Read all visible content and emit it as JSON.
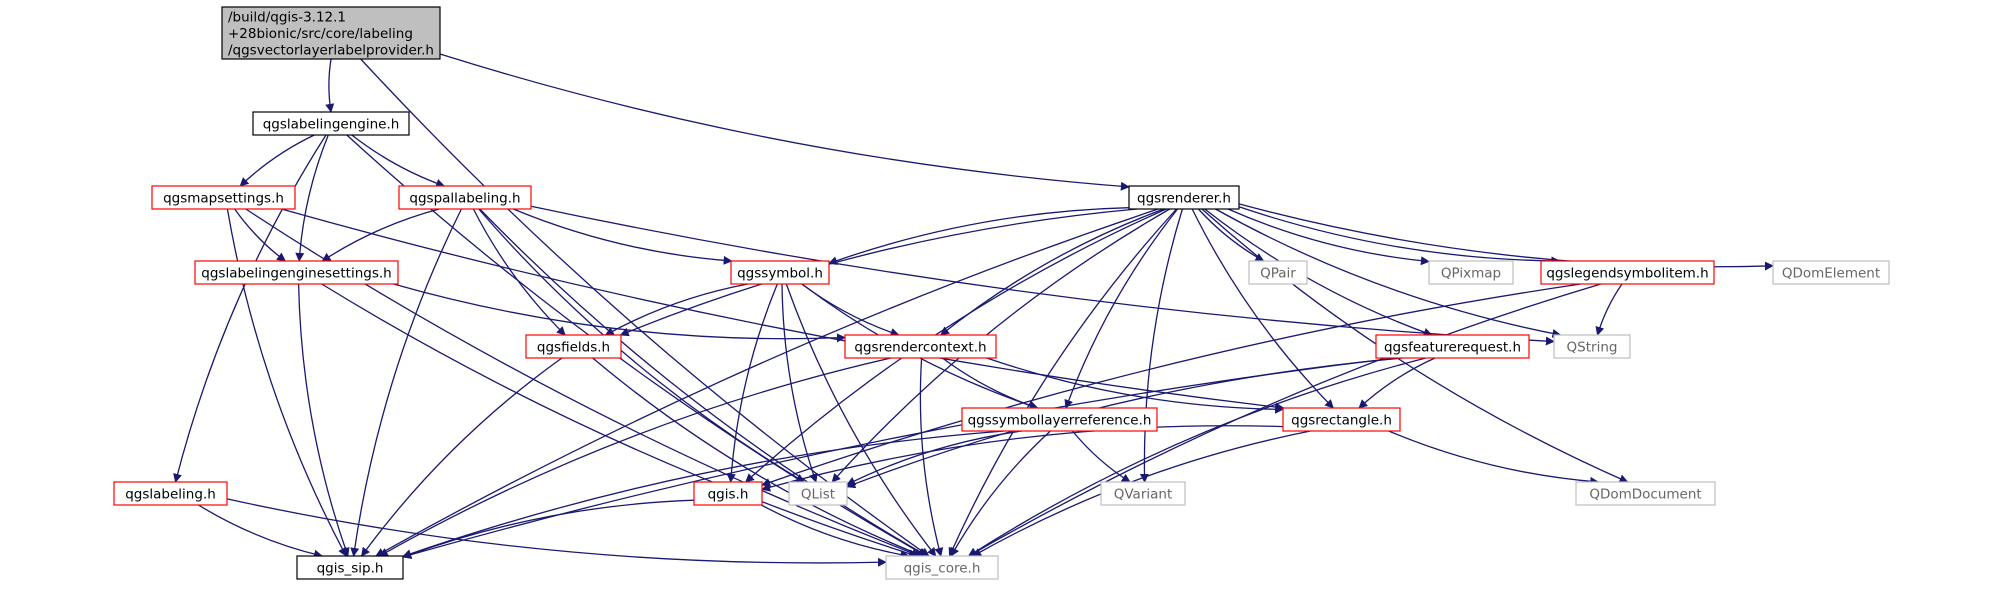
{
  "colors": {
    "edge": "#191970",
    "root_fill": "#bfbfbf",
    "plain_border": "#000000",
    "incomplete_border": "#ff0000",
    "external_border": "#bfbfbf"
  },
  "nodes": {
    "root": {
      "lines": [
        "/build/qgis-3.12.1",
        "+28bionic/src/core/labeling",
        "/qgsvectorlayerlabelprovider.h"
      ],
      "kind": "root"
    },
    "labelingengine": {
      "lines": [
        "qgslabelingengine.h"
      ],
      "kind": "plain"
    },
    "renderer": {
      "lines": [
        "qgsrenderer.h"
      ],
      "kind": "plain"
    },
    "mapsettings": {
      "lines": [
        "qgsmapsettings.h"
      ],
      "kind": "incomplete"
    },
    "pallabeling": {
      "lines": [
        "qgspallabeling.h"
      ],
      "kind": "incomplete"
    },
    "labelingenginesettings": {
      "lines": [
        "qgslabelingenginesettings.h"
      ],
      "kind": "incomplete"
    },
    "symbol": {
      "lines": [
        "qgssymbol.h"
      ],
      "kind": "incomplete"
    },
    "qpair": {
      "lines": [
        "QPair"
      ],
      "kind": "external"
    },
    "qpixmap": {
      "lines": [
        "QPixmap"
      ],
      "kind": "external"
    },
    "legendsymbolitem": {
      "lines": [
        "qgslegendsymbolitem.h"
      ],
      "kind": "incomplete"
    },
    "qdomelement": {
      "lines": [
        "QDomElement"
      ],
      "kind": "external"
    },
    "fields": {
      "lines": [
        "qgsfields.h"
      ],
      "kind": "incomplete"
    },
    "rendercontext": {
      "lines": [
        "qgsrendercontext.h"
      ],
      "kind": "incomplete"
    },
    "featurerequest": {
      "lines": [
        "qgsfeaturerequest.h"
      ],
      "kind": "incomplete"
    },
    "qstring": {
      "lines": [
        "QString"
      ],
      "kind": "external"
    },
    "symbollayerreference": {
      "lines": [
        "qgssymbollayerreference.h"
      ],
      "kind": "incomplete"
    },
    "rectangle": {
      "lines": [
        "qgsrectangle.h"
      ],
      "kind": "incomplete"
    },
    "labeling": {
      "lines": [
        "qgslabeling.h"
      ],
      "kind": "incomplete"
    },
    "qgis": {
      "lines": [
        "qgis.h"
      ],
      "kind": "incomplete"
    },
    "qlist": {
      "lines": [
        "QList"
      ],
      "kind": "external"
    },
    "qvariant": {
      "lines": [
        "QVariant"
      ],
      "kind": "external"
    },
    "qdomdocument": {
      "lines": [
        "QDomDocument"
      ],
      "kind": "external"
    },
    "qgis_sip": {
      "lines": [
        "qgis_sip.h"
      ],
      "kind": "plain"
    },
    "qgis_core": {
      "lines": [
        "qgis_core.h"
      ],
      "kind": "external"
    }
  },
  "edges": [
    [
      "root",
      "labelingengine"
    ],
    [
      "root",
      "renderer"
    ],
    [
      "root",
      "qgis_core"
    ],
    [
      "labelingengine",
      "mapsettings"
    ],
    [
      "labelingengine",
      "pallabeling"
    ],
    [
      "labelingengine",
      "labelingenginesettings"
    ],
    [
      "labelingengine",
      "labeling"
    ],
    [
      "labelingengine",
      "qgis_core"
    ],
    [
      "mapsettings",
      "labelingenginesettings"
    ],
    [
      "mapsettings",
      "qgis_sip"
    ],
    [
      "mapsettings",
      "qgis_core"
    ],
    [
      "mapsettings",
      "rectangle"
    ],
    [
      "pallabeling",
      "labelingenginesettings"
    ],
    [
      "pallabeling",
      "symbol"
    ],
    [
      "pallabeling",
      "fields"
    ],
    [
      "pallabeling",
      "qlist"
    ],
    [
      "pallabeling",
      "qgis_sip"
    ],
    [
      "pallabeling",
      "qgis_core"
    ],
    [
      "pallabeling",
      "qstring"
    ],
    [
      "labelingenginesettings",
      "rendercontext"
    ],
    [
      "labelingenginesettings",
      "qgis_sip"
    ],
    [
      "labelingenginesettings",
      "qgis_core"
    ],
    [
      "renderer",
      "symbol"
    ],
    [
      "renderer",
      "fields"
    ],
    [
      "renderer",
      "qpair"
    ],
    [
      "renderer",
      "qpixmap"
    ],
    [
      "renderer",
      "legendsymbolitem"
    ],
    [
      "renderer",
      "qdomelement"
    ],
    [
      "renderer",
      "rendercontext"
    ],
    [
      "renderer",
      "featurerequest"
    ],
    [
      "renderer",
      "qstring"
    ],
    [
      "renderer",
      "symbollayerreference"
    ],
    [
      "renderer",
      "rectangle"
    ],
    [
      "renderer",
      "qgis"
    ],
    [
      "renderer",
      "qlist"
    ],
    [
      "renderer",
      "qvariant"
    ],
    [
      "renderer",
      "qdomdocument"
    ],
    [
      "renderer",
      "qgis_sip"
    ],
    [
      "renderer",
      "qgis_core"
    ],
    [
      "symbol",
      "fields"
    ],
    [
      "symbol",
      "rendercontext"
    ],
    [
      "symbol",
      "symbollayerreference"
    ],
    [
      "symbol",
      "qgis"
    ],
    [
      "symbol",
      "qlist"
    ],
    [
      "symbol",
      "qgis_core"
    ],
    [
      "legendsymbolitem",
      "qstring"
    ],
    [
      "legendsymbolitem",
      "qgis"
    ],
    [
      "legendsymbolitem",
      "qgis_core"
    ],
    [
      "fields",
      "qgis_sip"
    ],
    [
      "fields",
      "qgis_core"
    ],
    [
      "rendercontext",
      "symbollayerreference"
    ],
    [
      "rendercontext",
      "rectangle"
    ],
    [
      "rendercontext",
      "qgis_sip"
    ],
    [
      "rendercontext",
      "qgis_core"
    ],
    [
      "featurerequest",
      "rectangle"
    ],
    [
      "featurerequest",
      "qlist"
    ],
    [
      "featurerequest",
      "qgis_sip"
    ],
    [
      "featurerequest",
      "qgis_core"
    ],
    [
      "symbollayerreference",
      "qlist"
    ],
    [
      "symbollayerreference",
      "qvariant"
    ],
    [
      "symbollayerreference",
      "qgis_sip"
    ],
    [
      "symbollayerreference",
      "qgis_core"
    ],
    [
      "rectangle",
      "qgis"
    ],
    [
      "rectangle",
      "qdomdocument"
    ],
    [
      "rectangle",
      "qgis_core"
    ],
    [
      "labeling",
      "qgis_sip"
    ],
    [
      "labeling",
      "qgis_core"
    ],
    [
      "qgis",
      "qgis_sip"
    ],
    [
      "qgis",
      "qgis_core"
    ]
  ]
}
